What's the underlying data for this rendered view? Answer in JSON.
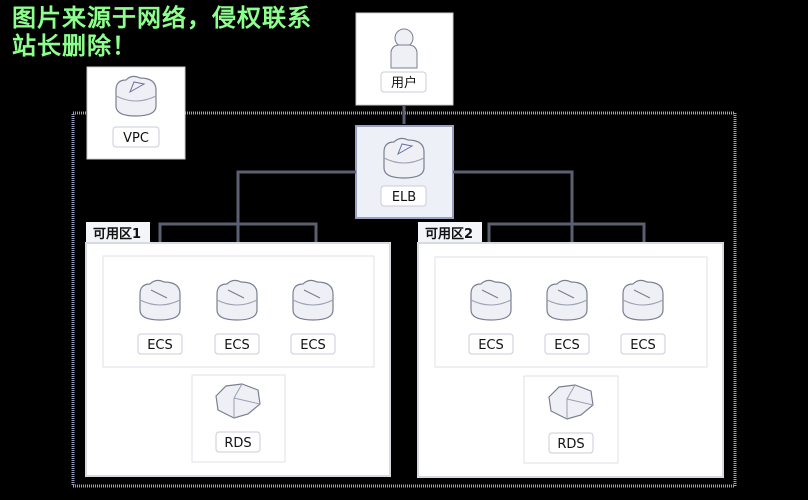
{
  "nodes": {
    "user": "用户",
    "vpc": "VPC",
    "elb": "ELB",
    "zone1": {
      "title": "可用区1",
      "ecs": [
        "ECS",
        "ECS",
        "ECS"
      ],
      "rds": "RDS"
    },
    "zone2": {
      "title": "可用区2",
      "ecs": [
        "ECS",
        "ECS",
        "ECS"
      ],
      "rds": "RDS"
    }
  },
  "watermark": "图片来源于网络，侵权联系站长删除！",
  "colors": {
    "background": "#000000",
    "line": "#5a6070",
    "box": "#ffffff",
    "elb_box": "#eef0f8",
    "watermark": "#8dff8d"
  }
}
